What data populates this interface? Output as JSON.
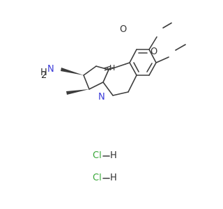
{
  "molecule": {
    "labels": {
      "ome_top": "O",
      "ome_right": "O",
      "amine_n": "N",
      "amine_h": "H",
      "amine_h2": "2",
      "ring_n": "N",
      "stereo_h": "H"
    },
    "salts": [
      {
        "cl": "Cl",
        "dash": "—",
        "h": "H"
      },
      {
        "cl": "Cl",
        "dash": "—",
        "h": "H"
      }
    ],
    "colors": {
      "bond": "#3c3c3c",
      "nitrogen": "#3a3ad8",
      "chlorine": "#3aa83a",
      "text": "#333333"
    }
  }
}
